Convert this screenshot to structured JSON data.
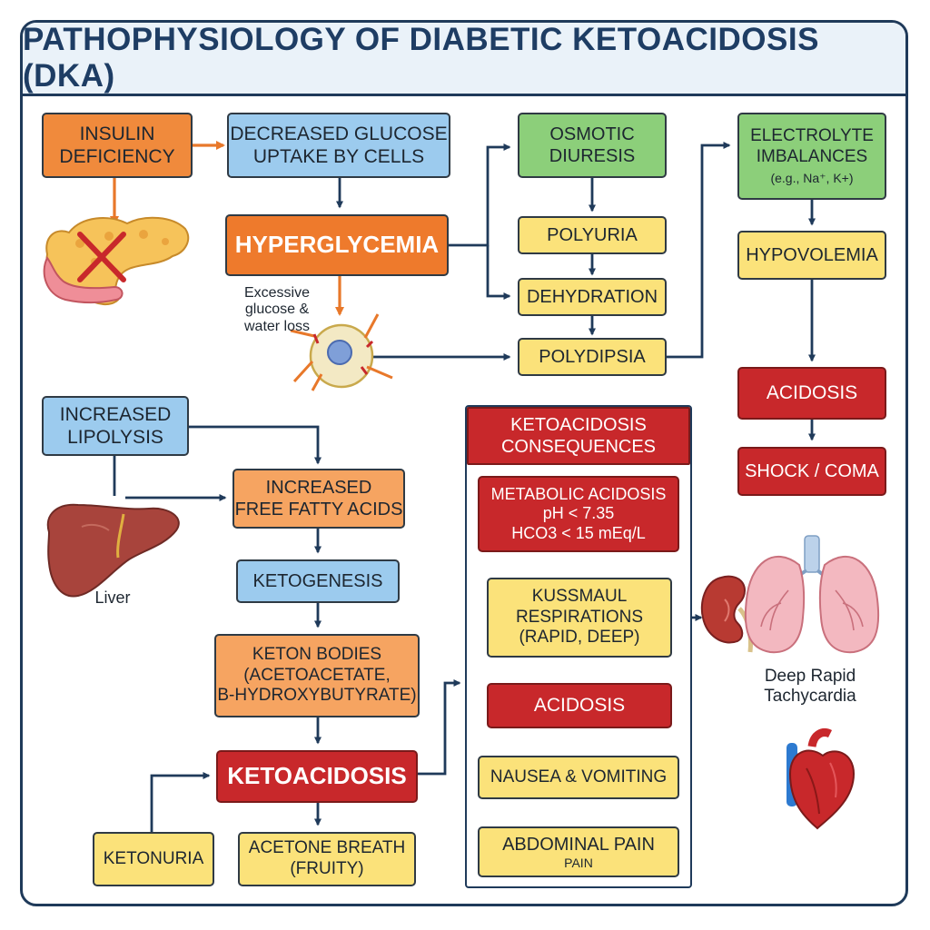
{
  "title": "PATHOPHYSIOLOGY OF DIABETIC KETOACIDOSIS (DKA)",
  "nodes": {
    "insulin_deficiency": "INSULIN\nDEFICIENCY",
    "decreased_glucose_uptake": "DECREASED GLUCOSE\nUPTAKE BY CELLS",
    "hyperglycemia": "HYPERGLYCEMIA",
    "osmotic_diuresis": "OSMOTIC\nDIURESIS",
    "polyuria": "POLYURIA",
    "dehydration": "DEHYDRATION",
    "polydipsia": "POLYDIPSIA",
    "electrolyte_imbalances": "ELECTROLYTE\nIMBALANCES",
    "electrolyte_example": "(e.g., Na⁺, K+)",
    "hypovolemia": "HYPOVOLEMIA",
    "acidosis_right": "ACIDOSIS",
    "shock_coma": "SHOCK / COMA",
    "increased_lipolysis": "INCREASED\nLIPOLYSIS",
    "increased_ffa": "INCREASED\nFREE FATTY ACIDS",
    "ketogenesis": "KETOGENESIS",
    "keton_bodies": "KETON BODIES\n(ACETOACETATE,\nB-HYDROXYBUTYRATE)",
    "ketoacidosis": "KETOACIDOSIS",
    "ketonuria": "KETONURIA",
    "acetone_breath": "ACETONE BREATH\n(FRUITY)"
  },
  "consequences": {
    "header": "KETOACIDOSIS\nCONSEQUENCES",
    "metabolic_acidosis": "METABOLIC ACIDOSIS\npH < 7.35\nHCO3 < 15 mEq/L",
    "kussmaul": "KUSSMAUL\nRESPIRATIONS\n(RAPID, DEEP)",
    "acidosis": "ACIDOSIS",
    "nausea": "NAUSEA & VOMITING",
    "abdominal_pain": "ABDOMINAL PAIN",
    "abdominal_pain_sub": "PAIN"
  },
  "annotations": {
    "water_loss": "Excessive\nglucose &\nwater loss",
    "liver": "Liver",
    "deep_rapid": "Deep Rapid\nTachycardia"
  },
  "icons": [
    "pancreas-icon",
    "cross-mark-icon",
    "cell-icon",
    "liver-icon",
    "kidney-icon",
    "lungs-icon",
    "heart-icon"
  ],
  "colors": {
    "frame": "#1f3a5a",
    "orange": "#f08a3c",
    "blue": "#9ccbee",
    "green": "#8ccf7a",
    "yellow": "#fbe27a",
    "red": "#c8282b",
    "arrow_orange": "#e8782a"
  }
}
